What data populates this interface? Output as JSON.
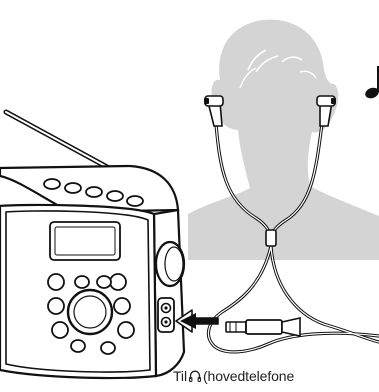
{
  "caption": {
    "prefix": "Til",
    "icon": "headphone-icon",
    "suffix": "(hovedtelefone"
  },
  "illustration": {
    "subject": "radio-with-earphones",
    "icons": [
      "music-note-icon",
      "headphone-icon",
      "arrow-right-icon"
    ]
  },
  "colors": {
    "silhouette": "#d4d4d4",
    "line": "#111111",
    "fill_white": "#ffffff",
    "caption_text": "#222222"
  }
}
